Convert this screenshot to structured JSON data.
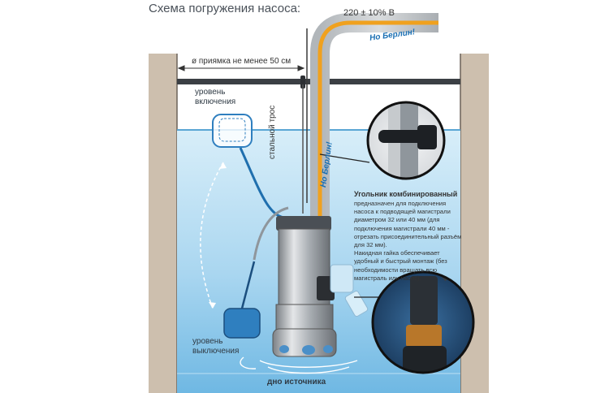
{
  "title": "Схема погружения насоса:",
  "voltage": "220 ± 10% В",
  "pit_width_label": "ø приямка не менее 50 см",
  "switch_on_label": [
    "уровень",
    "включения"
  ],
  "switch_off_label": [
    "уровень",
    "выключения"
  ],
  "steel_cable_label": "стальной трос",
  "bottom_label": "дно источника",
  "brand": "Но Берлин!",
  "callout": {
    "title": "Угольник комбинированный",
    "lines": [
      "предназначен для подключения",
      "насоса к подводящей магистрали",
      "диаметром 32 или 40 мм (для",
      "подключения магистрали 40 мм -",
      "отрезать присоединительный разъём",
      "для 32 мм).",
      "Накидная гайка обеспечивает",
      "удобный и быстрый монтаж (без",
      "необходимости вращать всю",
      "магистраль или насос)."
    ]
  },
  "colors": {
    "soil": "#cdbfae",
    "water_top": "#cfe9f7",
    "water_bottom": "#6fb8e3",
    "hose": "#f0a11e",
    "pipe": "#cfd3d6",
    "float": "#2f7fbf"
  }
}
